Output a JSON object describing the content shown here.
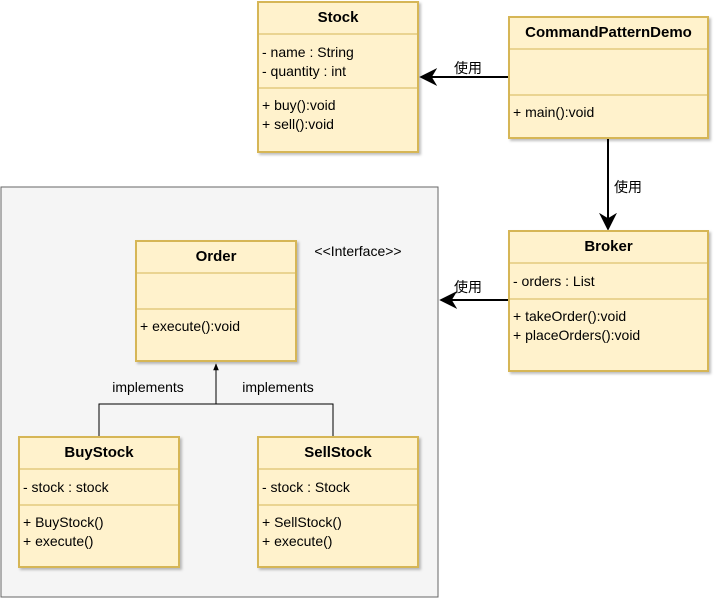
{
  "colors": {
    "class_fill": "#fff2cc",
    "class_stroke": "#d6b656",
    "group_fill": "#f5f5f5",
    "group_stroke": "#666666",
    "edge": "#000000"
  },
  "group": {
    "stereotype": "<<Interface>>"
  },
  "classes": {
    "stock": {
      "name": "Stock",
      "attributes": [
        "- name : String",
        "- quantity : int"
      ],
      "methods": [
        "+ buy():void",
        "+ sell():void"
      ]
    },
    "demo": {
      "name": "CommandPatternDemo",
      "attributes": [],
      "methods": [
        "+ main():void"
      ]
    },
    "broker": {
      "name": "Broker",
      "attributes": [
        "- orders : List"
      ],
      "methods": [
        "+ takeOrder():void",
        "+ placeOrders():void"
      ]
    },
    "order": {
      "name": "Order",
      "attributes": [],
      "methods": [
        "+ execute():void"
      ]
    },
    "buystock": {
      "name": "BuyStock",
      "attributes": [
        "- stock : stock"
      ],
      "methods": [
        "+ BuyStock()",
        "+ execute()"
      ]
    },
    "sellstock": {
      "name": "SellStock",
      "attributes": [
        "- stock : Stock"
      ],
      "methods": [
        "+ SellStock()",
        "+ execute()"
      ]
    }
  },
  "relations": {
    "demo_stock": "使用",
    "demo_broker": "使用",
    "broker_group": "使用",
    "buy_order": "implements",
    "sell_order": "implements"
  }
}
